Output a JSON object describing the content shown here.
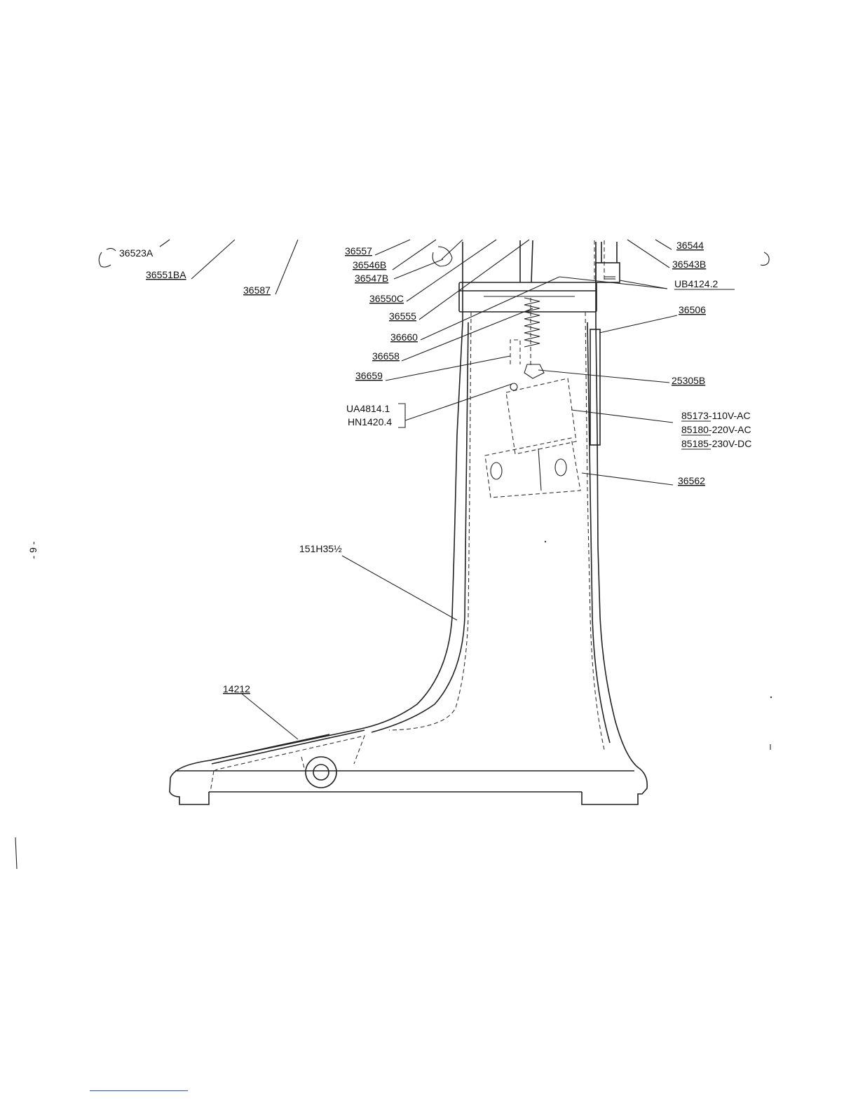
{
  "page_number": "- 9 -",
  "labels": {
    "l36523A": "36523A",
    "l36551BA": "36551BA",
    "l36587": "36587",
    "l36557": "36557",
    "l36546B": "36546B",
    "l36547B": "36547B",
    "l36550C": "36550C",
    "l36555": "36555",
    "l36660": "36660",
    "l36658": "36658",
    "l36659": "36659",
    "lUA4814": "UA4814.1",
    "lHN1420": "HN1420.4",
    "l36544": "36544",
    "l36543B": "36543B",
    "lUB4124": "UB4124.2",
    "l36506": "36506",
    "l25305B": "25305B",
    "l85173": "85173-110V-AC",
    "l85180": "85180-220V-AC",
    "l85185": "85185-230V-DC",
    "l36562": "36562",
    "l151H35": "151H35½",
    "l14212": "14212"
  }
}
